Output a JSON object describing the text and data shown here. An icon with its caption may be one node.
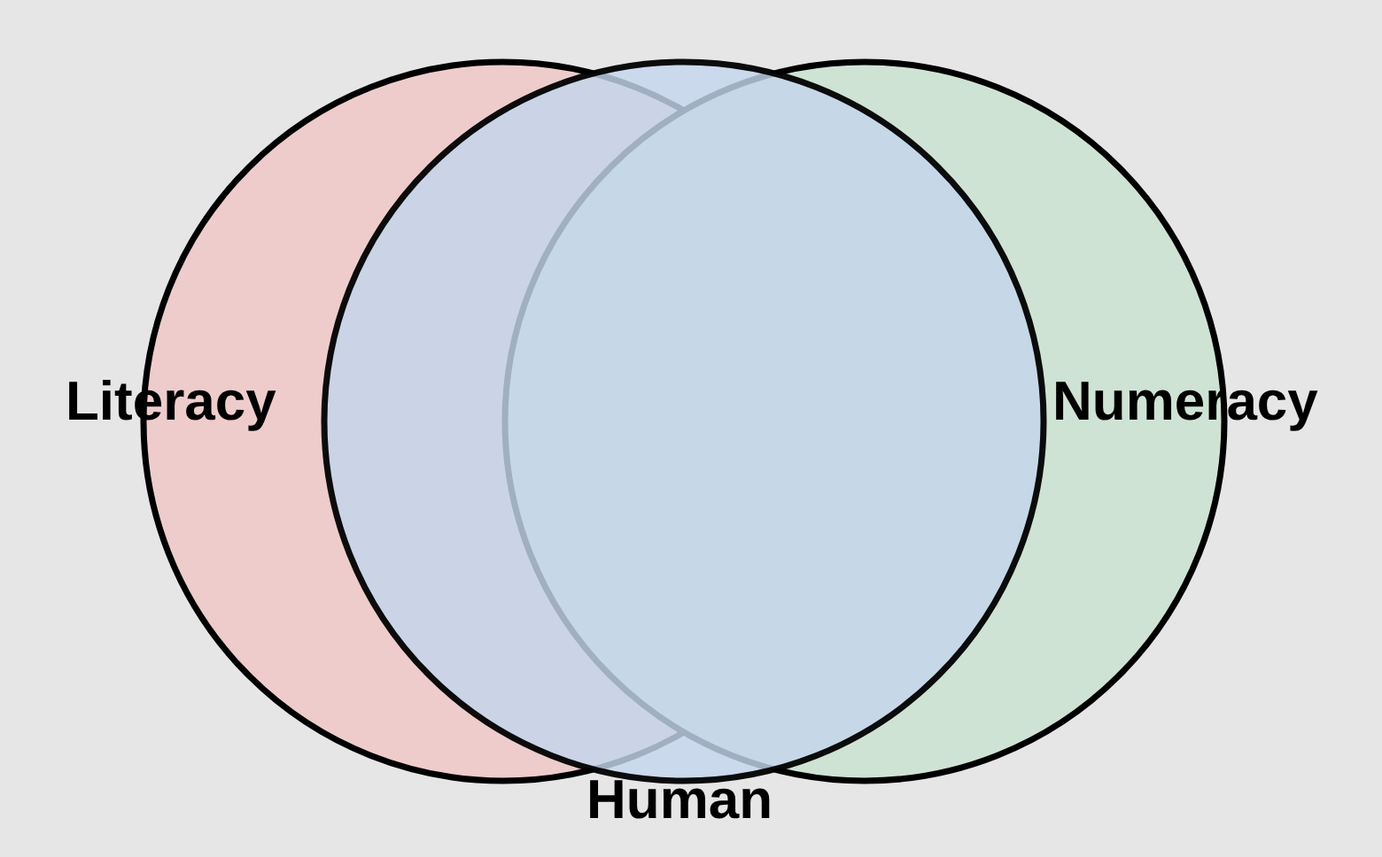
{
  "diagram": {
    "nodes": [
      {
        "text": [
          "Literacy"
        ]
      },
      {
        "text": [
          "Numeracy"
        ]
      },
      {
        "text": [
          "Human"
        ]
      }
    ]
  }
}
